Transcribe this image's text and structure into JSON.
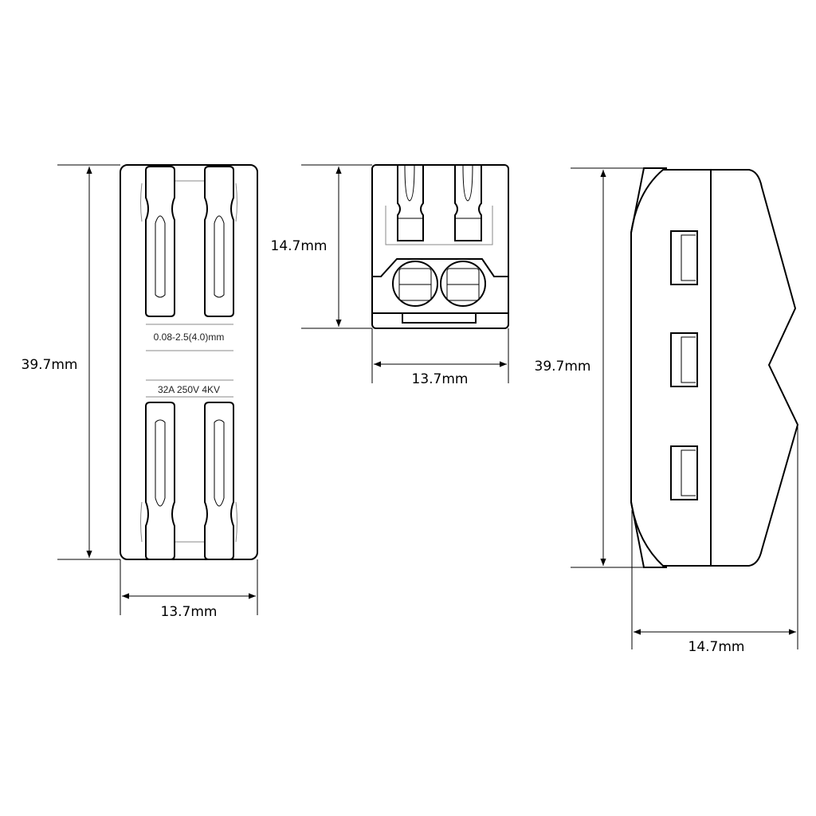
{
  "views": {
    "front": {
      "height_label": "39.7mm",
      "width_label": "13.7mm",
      "wire_range_text": "0.08-2.5(4.0)mm",
      "rating_text": "32A 250V 4KV"
    },
    "top": {
      "height_label": "14.7mm",
      "width_label": "13.7mm"
    },
    "side": {
      "height_label": "39.7mm",
      "width_label": "14.7mm"
    }
  },
  "colors": {
    "line": "#000000",
    "background": "#ffffff"
  }
}
